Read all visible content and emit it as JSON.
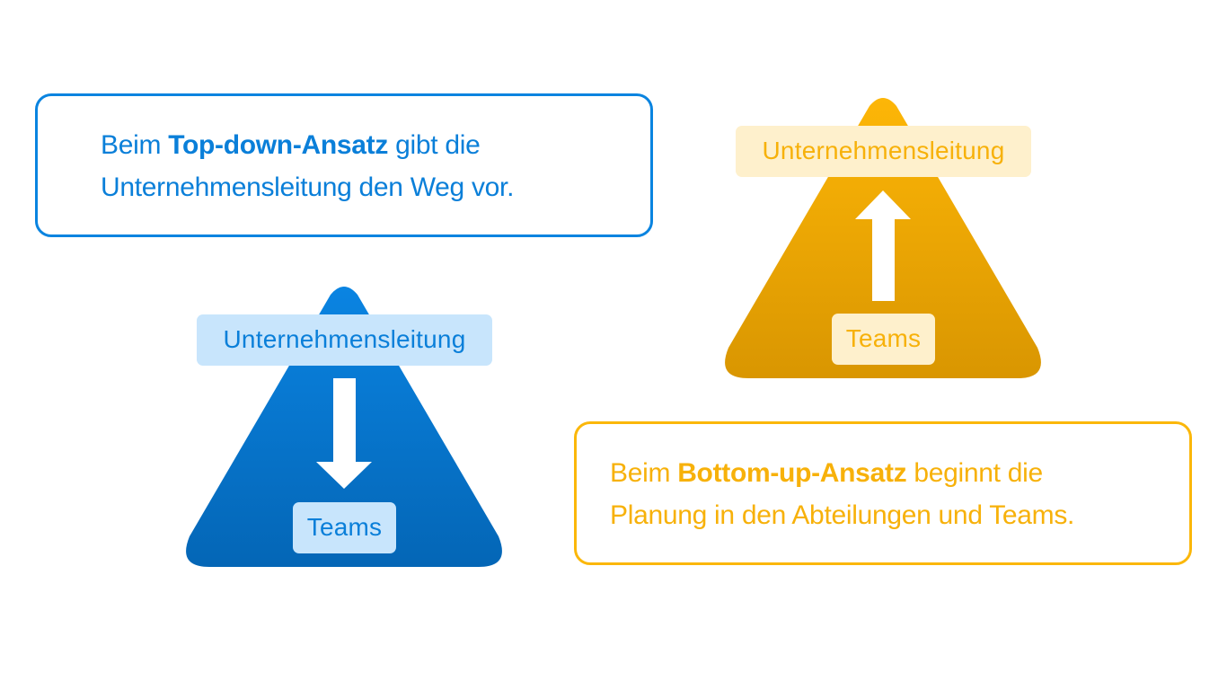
{
  "colors": {
    "top_down_accent": "#0a7fd9",
    "top_down_label_bg": "#c8e5fc",
    "bottom_up_accent": "#f7b10a",
    "bottom_up_label_bg": "#fef0cc"
  },
  "top_down": {
    "callout": {
      "prefix": "Beim ",
      "bold": "Top-down-Ansatz",
      "line1_suffix": " gibt die",
      "line2": "Unternehmensleitung den Weg vor."
    },
    "pyramid": {
      "top_label": "Unternehmensleitung",
      "bottom_label": "Teams",
      "arrow_direction": "down",
      "arrow_icon": "arrow-down-icon"
    }
  },
  "bottom_up": {
    "callout": {
      "prefix": "Beim ",
      "bold": "Bottom-up-Ansatz",
      "line1_suffix": " beginnt die",
      "line2": "Planung in den Abteilungen und Teams."
    },
    "pyramid": {
      "top_label": "Unternehmensleitung",
      "bottom_label": "Teams",
      "arrow_direction": "up",
      "arrow_icon": "arrow-up-icon"
    }
  }
}
